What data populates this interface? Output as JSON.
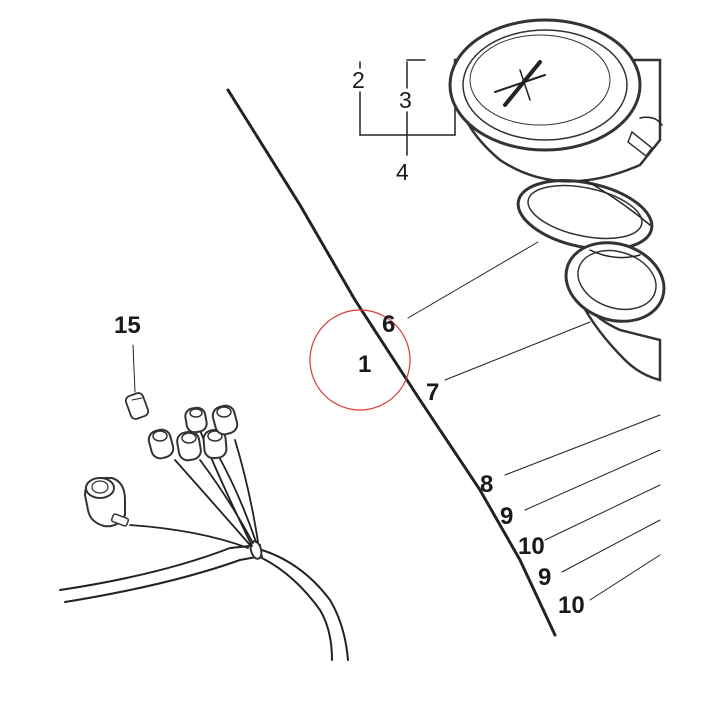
{
  "callouts": {
    "c1": "1",
    "c2": "2",
    "c3": "3",
    "c4": "4",
    "c6": "6",
    "c7": "7",
    "c8": "8",
    "c9a": "9",
    "c10a": "10",
    "c9b": "9",
    "c10b": "10",
    "c15": "15"
  },
  "colors": {
    "highlight_circle": "#d63a3a",
    "line": "#222222"
  }
}
